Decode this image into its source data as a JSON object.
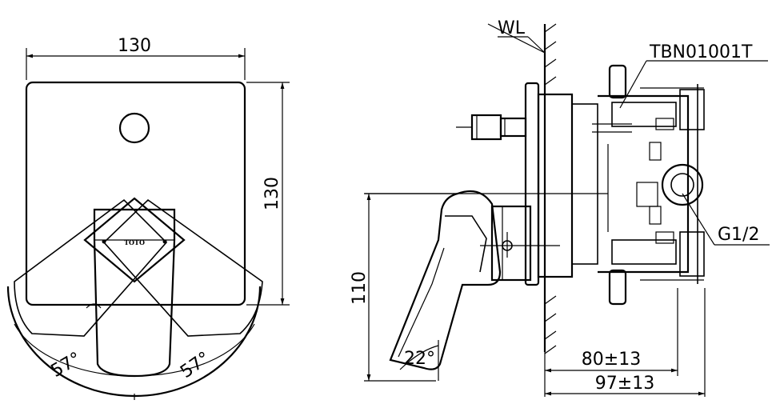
{
  "front_view": {
    "width_label": "130",
    "height_label": "130",
    "left_angle_label": "57°",
    "right_angle_label": "57°",
    "brand_logo": "TOTO"
  },
  "side_view": {
    "water_level_label": "WL",
    "part_number_label": "TBN01001T",
    "thread_label": "G1/2",
    "height_label": "110",
    "angle_label": "22°",
    "depth_min_label": "80±13",
    "depth_max_label": "97±13"
  }
}
